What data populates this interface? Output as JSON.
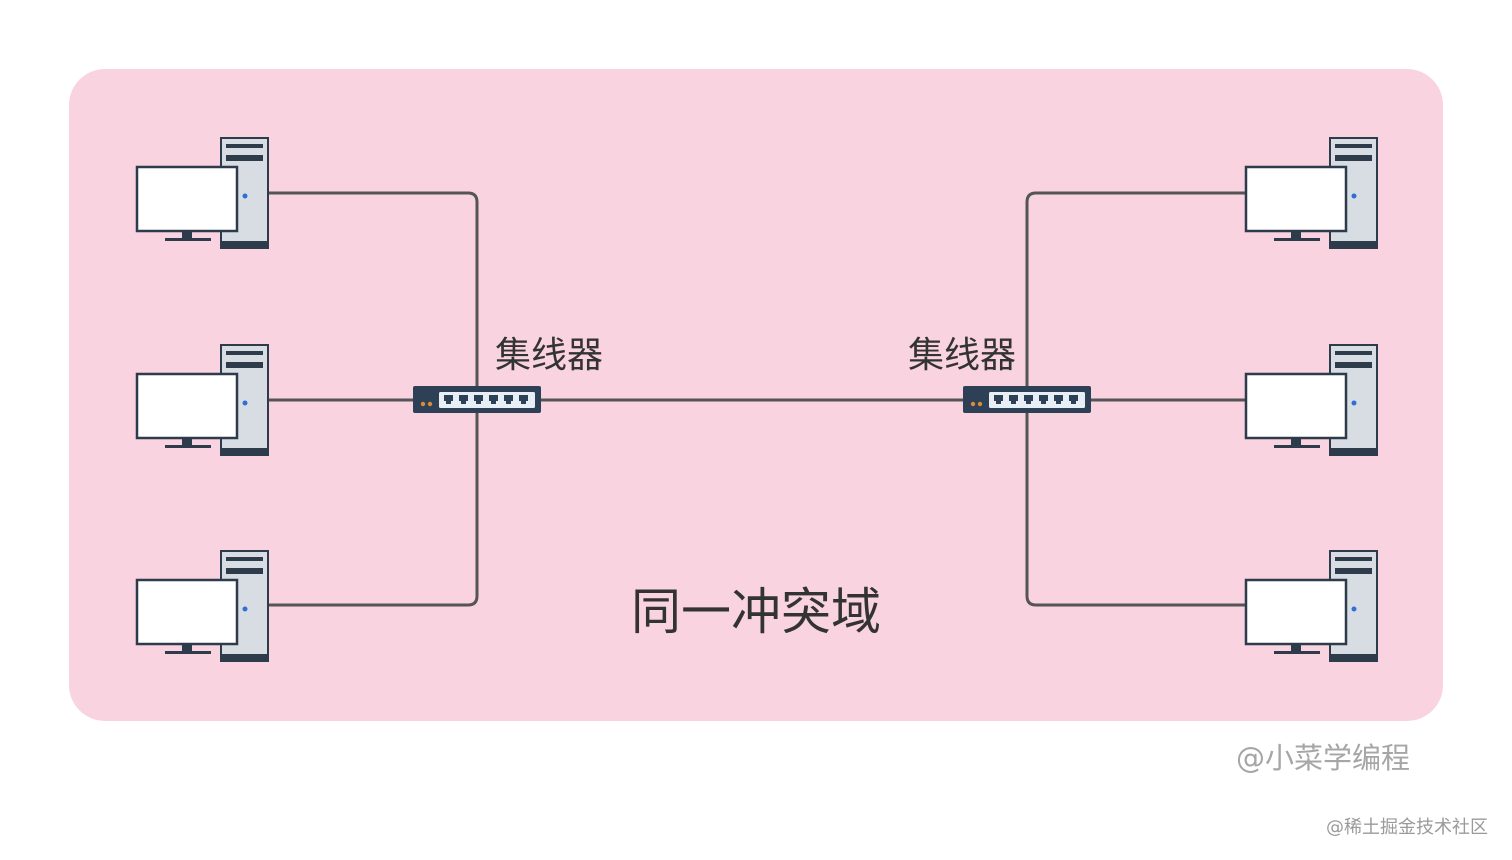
{
  "colors": {
    "domain_fill": "#f9d3e0",
    "cable": "#555555",
    "hub_body": "#2e4056",
    "hub_panel": "#e8eef5",
    "hub_port": "#2e4056",
    "hub_led": "#d98c3a",
    "monitor_frame": "#2e3b4a",
    "monitor_screen": "#ffffff",
    "tower_body": "#d8dde3",
    "tower_outline": "#2e3b4a",
    "power_led": "#2f6fd6"
  },
  "diagram": {
    "hubs": [
      {
        "label": "集线器",
        "icon": "hub-icon",
        "ports": 6
      },
      {
        "label": "集线器",
        "icon": "hub-icon",
        "ports": 6
      }
    ],
    "computers": [
      {
        "group": "left",
        "icon": "desktop-computer-icon"
      },
      {
        "group": "left",
        "icon": "desktop-computer-icon"
      },
      {
        "group": "left",
        "icon": "desktop-computer-icon"
      },
      {
        "group": "right",
        "icon": "desktop-computer-icon"
      },
      {
        "group": "right",
        "icon": "desktop-computer-icon"
      },
      {
        "group": "right",
        "icon": "desktop-computer-icon"
      }
    ],
    "domain_label": "同一冲突域",
    "watermark": "@小菜学编程",
    "footer": "@稀土掘金技术社区"
  }
}
